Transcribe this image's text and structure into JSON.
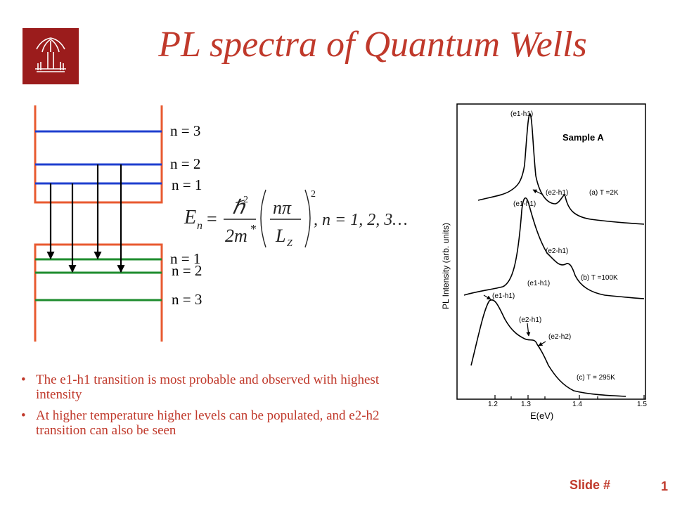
{
  "slide": {
    "title": "PL spectra of Quantum Wells",
    "footer_label": "Slide #",
    "number": "1"
  },
  "diagram": {
    "upper_levels": [
      "n = 3",
      "n = 2",
      "n = 1"
    ],
    "lower_levels": [
      "n = 1",
      "n = 2",
      "n = 3"
    ],
    "colors": {
      "well_wall": "#e85a30",
      "conduction_level": "#1f3fcf",
      "valence_level": "#1e8c2e"
    }
  },
  "equation": {
    "lhs": "E",
    "lhs_sub": "n",
    "eq": "=",
    "num": "ℏ",
    "num_sup": "2",
    "den": "2m",
    "den_sup": "*",
    "paren_num": "nπ",
    "paren_den": "L",
    "paren_den_sub": "Z",
    "paren_sup": "2",
    "tail": ",  n = 1, 2, 3…"
  },
  "bullets": [
    "The e1-h1 transition is most probable and observed with highest intensity",
    "At higher temperature higher levels can be populated, and e2-h2 transition can also be seen"
  ],
  "plot": {
    "ylabel": "PL Intensity (arb. units)",
    "xlabel": "E(eV)",
    "ticks": [
      "1.2",
      "1.3",
      "1.4",
      "1.5"
    ],
    "legend_title": "Sample A",
    "labels": {
      "a_e1h1": "(e1-h1)",
      "a_e2h1": "(e2-h1)",
      "a_temp": "(a) T =2K",
      "b_e1h1": "(e1-h1)",
      "b_e2h1": "(e2-h1)",
      "b_e1h1_low": "(e1-h1)",
      "b_temp": "(b) T =100K",
      "c_e1h1": "(e1-h1)",
      "c_e2h1": "(e2-h1)",
      "c_e2h2": "(e2-h2)",
      "c_temp": "(c) T = 295K"
    }
  }
}
